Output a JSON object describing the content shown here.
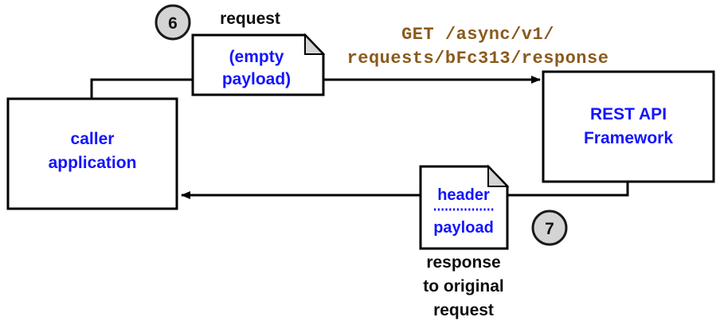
{
  "diagram": {
    "title": "REST API asynchronous response retrieval",
    "colors": {
      "node_text": "#1414ff",
      "label_text": "#0d0d0d",
      "code_text": "#8a5a1b",
      "step_fill": "#d4d4d4",
      "line": "#000000",
      "background": "#ffffff"
    },
    "nodes": {
      "caller": {
        "line1": "caller",
        "line2": "application"
      },
      "rest_api": {
        "line1": "REST API",
        "line2": "Framework"
      },
      "request_doc": {
        "line1": "(empty",
        "line2": "payload)"
      },
      "response_doc": {
        "line1": "header",
        "line2": "payload"
      }
    },
    "labels": {
      "request": "request",
      "code_line1": "GET /async/v1/",
      "code_line2": "requests/bFc313/response",
      "caption_line1": "response",
      "caption_line2": "to original",
      "caption_line3": "request"
    },
    "steps": [
      {
        "number": "6"
      },
      {
        "number": "7"
      }
    ]
  }
}
